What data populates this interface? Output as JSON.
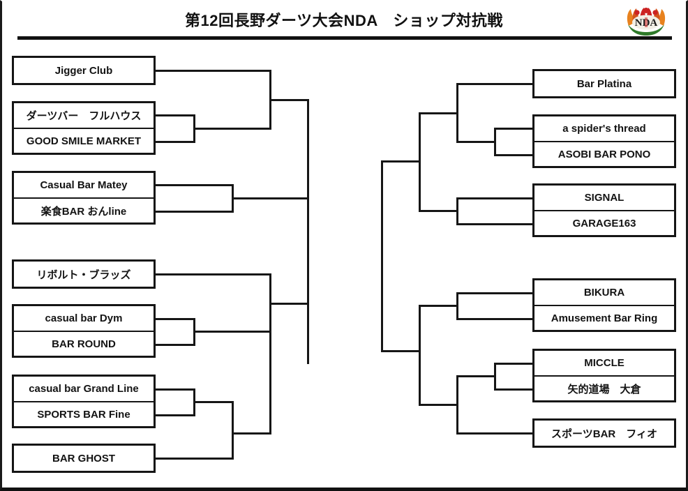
{
  "header": {
    "title": "第12回長野ダーツ大会NDA　ショップ対抗戦",
    "logo_name": "nda-crest-logo",
    "logo_text": "NDA",
    "logo_colors": {
      "red": "#cc2222",
      "orange": "#e8821e",
      "green": "#2f7a2a",
      "dark": "#1b1b1b"
    }
  },
  "bracket": {
    "type": "single-elimination",
    "title": "Shop Team Tournament Bracket",
    "left": {
      "side": "left",
      "teams": [
        {
          "name": "Jigger Club",
          "slot": 1
        },
        {
          "name": "ダーツバー　フルハウス",
          "slot": 2
        },
        {
          "name": "GOOD SMILE MARKET",
          "slot": 3
        },
        {
          "name": "Casual Bar Matey",
          "slot": 4
        },
        {
          "name": "楽食BAR おんline",
          "slot": 5
        },
        {
          "name": "リボルト・ブラッズ",
          "slot": 6
        },
        {
          "name": "casual bar Dym",
          "slot": 7
        },
        {
          "name": "BAR ROUND",
          "slot": 8
        },
        {
          "name": "casual bar Grand Line",
          "slot": 9
        },
        {
          "name": "SPORTS BAR Fine",
          "slot": 10
        },
        {
          "name": "BAR GHOST",
          "slot": 11
        }
      ]
    },
    "right": {
      "side": "right",
      "teams": [
        {
          "name": "Bar Platina",
          "slot": 1
        },
        {
          "name": "a spider's thread",
          "slot": 2
        },
        {
          "name": "ASOBI BAR PONO",
          "slot": 3
        },
        {
          "name": "SIGNAL",
          "slot": 4
        },
        {
          "name": "GARAGE163",
          "slot": 5
        },
        {
          "name": "BIKURA",
          "slot": 6
        },
        {
          "name": "Amusement Bar Ring",
          "slot": 7
        },
        {
          "name": "MICCLE",
          "slot": 8
        },
        {
          "name": "矢的道場　大倉",
          "slot": 9
        },
        {
          "name": "スポーツBAR　フィオ",
          "slot": 10
        }
      ]
    }
  },
  "colors": {
    "line": "#161616",
    "box_border": "#151515",
    "background": "#ffffff",
    "text": "#131313",
    "rule": "#111111"
  }
}
